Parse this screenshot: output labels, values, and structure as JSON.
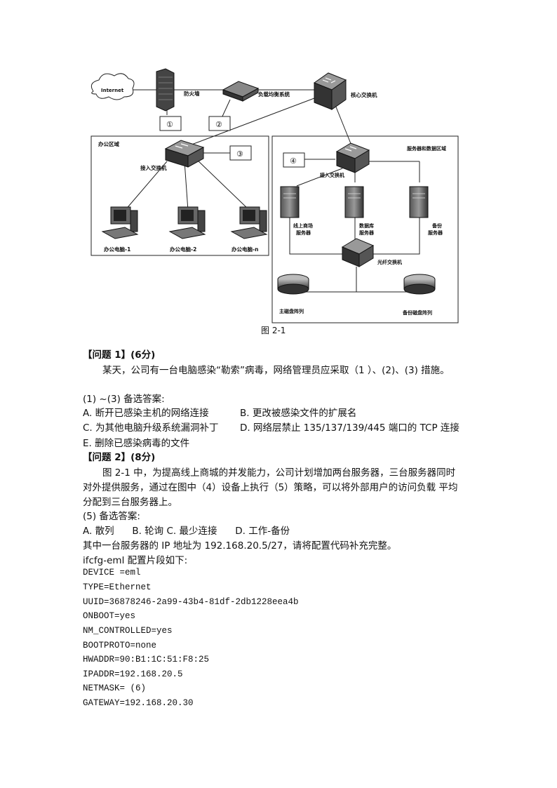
{
  "diagram": {
    "caption": "图 2-1",
    "nodes": {
      "internet": "Internet",
      "firewall": "防火墙",
      "load_balancer": "负载均衡系统",
      "core_switch": "核心交换机",
      "office_area": "办公区域",
      "office_access_switch": "接入交换机",
      "office_pc_1": "办公电脑-1",
      "office_pc_2": "办公电脑-2",
      "office_pc_n": "办公电脑-n",
      "server_area": "服务器和数据区域",
      "server_access_switch": "接入交换机",
      "mall_server_1": "线上商场",
      "mall_server_2": "服务器",
      "db_server_1": "数据库",
      "db_server_2": "服务器",
      "backup_server_1": "备份",
      "backup_server_2": "服务器",
      "fiber_switch": "光纤交换机",
      "main_array": "主磁盘阵列",
      "backup_array": "备份磁盘阵列"
    },
    "markers": [
      "①",
      "②",
      "③",
      "④"
    ]
  },
  "q1": {
    "title": "【问题 1】(6分)",
    "text": "某天，公司有一台电脑感染“勒索”病毒，网络管理员应采取（1 ）、(2)、(3) 措施。",
    "options_head": "(1) ~(3) 备选答案:",
    "opt_a": "A. 断开已感染主机的网络连接",
    "opt_b": "B. 更改被感染文件的扩展名",
    "opt_c": "C. 为其他电脑升级系统漏洞补丁",
    "opt_d": "D. 网络层禁止 135/137/139/445 端口的 TCP 连接",
    "opt_e": "E. 删除已感染病毒的文件"
  },
  "q2": {
    "title": "【问题 2】(8分)",
    "text_line1": "图 2-1 中，为提高线上商城的并发能力，公司计划增加两台服务器，三台服务器同时",
    "text_line2": "对外提供服务，通过在图中（4）设备上执行（5）策略，可以将外部用户的访问负载 平均",
    "text_line3": "分配到三台服务器上。",
    "options_head": "(5) 备选答案:",
    "options": "A. 散列      B. 轮询 C. 最少连接      D. 工作-备份",
    "ip_text": "其中一台服务器的 IP 地址为 192.168.20.5/27，请将配置代码补充完整。",
    "cfg_head": "ifcfg-eml 配置片段如下:",
    "code": [
      "DEVICE =eml",
      "TYPE=Ethernet",
      "UUID=36878246-2a99-43b4-81df-2db1228eea4b",
      "ONBOOT=yes",
      "NM_CONTROLLED=yes",
      "BOOTPROTO=none",
      "HWADDR=90:B1:1C:51:F8:25",
      "IPADDR=192.168.20.5",
      "NETMASK= (6)",
      "GATEWAY=192.168.20.30"
    ]
  }
}
